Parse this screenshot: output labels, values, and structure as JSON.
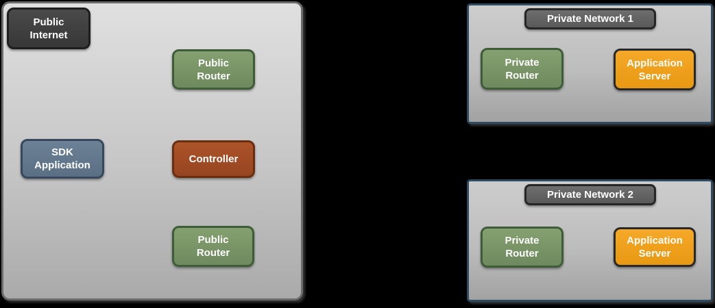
{
  "background": "#000000",
  "public_zone": {
    "nodes": {
      "public_internet": {
        "label": "Public\nInternet",
        "fill": "#3d3d3d",
        "border": "#1e1e1e"
      },
      "public_router_top": {
        "label": "Public\nRouter",
        "fill": "#7a9468",
        "border": "#3e5c38"
      },
      "sdk_application": {
        "label": "SDK\nApplication",
        "fill": "#64788c",
        "border": "#38485c"
      },
      "controller": {
        "label": "Controller",
        "fill": "#a04b26",
        "border": "#692e0f"
      },
      "public_router_bottom": {
        "label": "Public\nRouter",
        "fill": "#7a9468",
        "border": "#3e5c38"
      }
    }
  },
  "private_networks": [
    {
      "title": "Private Network 1",
      "nodes": {
        "private_router": {
          "label": "Private\nRouter",
          "fill": "#7a9468",
          "border": "#3e5c38"
        },
        "application_server": {
          "label": "Application\nServer",
          "fill": "#f0a01e",
          "border": "#282828"
        }
      }
    },
    {
      "title": "Private Network 2",
      "nodes": {
        "private_router": {
          "label": "Private\nRouter",
          "fill": "#7a9468",
          "border": "#3e5c38"
        },
        "application_server": {
          "label": "Application\nServer",
          "fill": "#f0a01e",
          "border": "#282828"
        }
      }
    }
  ],
  "colors": {
    "zone_public_border": "#6b6b6b",
    "zone_private_border": "#2e4b61",
    "title_pill_fill": "#636363",
    "node_text": "#ffffff"
  }
}
